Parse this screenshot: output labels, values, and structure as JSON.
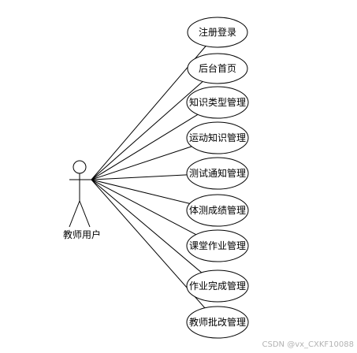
{
  "actor": {
    "label": "教师用户"
  },
  "use_cases": [
    {
      "label": "注册登录"
    },
    {
      "label": "后台首页"
    },
    {
      "label": "知识类型管理"
    },
    {
      "label": "运动知识管理"
    },
    {
      "label": "测试通知管理"
    },
    {
      "label": "体测成绩管理"
    },
    {
      "label": "课堂作业管理"
    },
    {
      "label": "作业完成管理"
    },
    {
      "label": "教师批改管理"
    }
  ],
  "watermark": "CSDN @vx_CXKF10088",
  "colors": {
    "stroke": "#000000",
    "background": "#ffffff",
    "watermark": "#b3b3b3"
  }
}
